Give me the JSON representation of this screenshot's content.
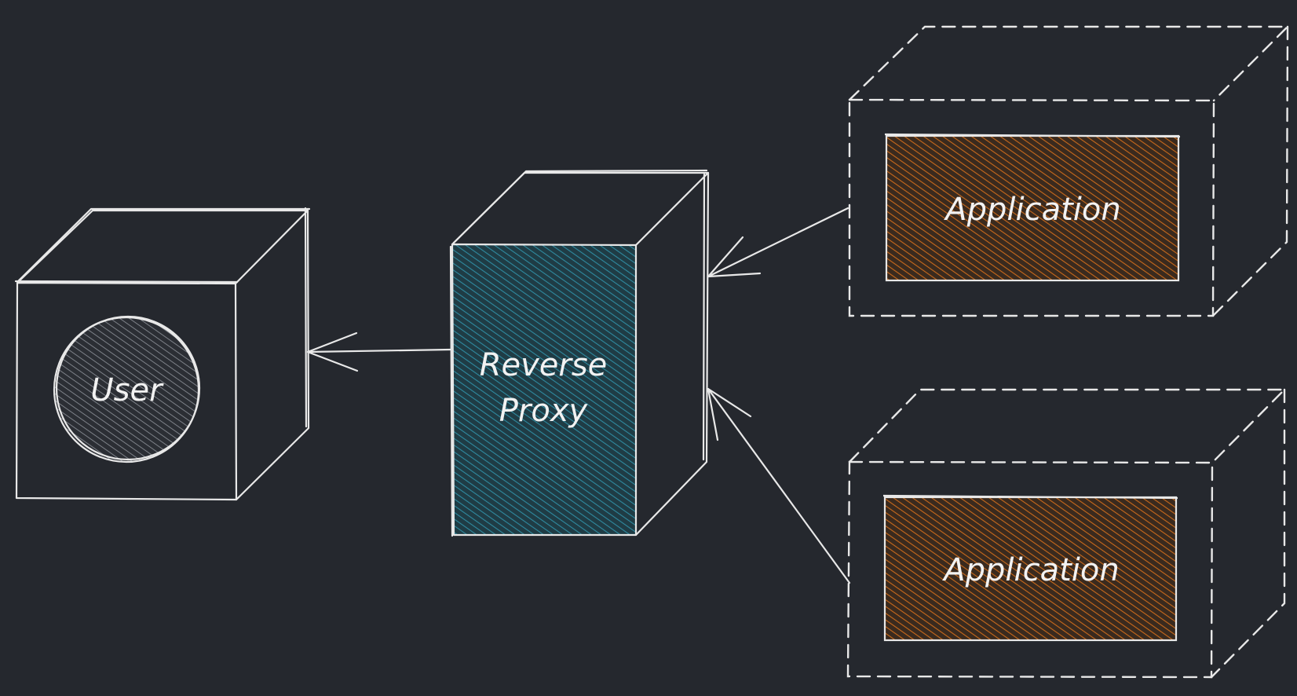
{
  "diagram": {
    "background_color": "#25282e",
    "stroke_color": "#e8e8e8",
    "nodes": [
      {
        "id": "user",
        "label": "User",
        "shape": "circle-in-cube",
        "fill_color": "#6b6f76",
        "border": "solid"
      },
      {
        "id": "proxy",
        "label_lines": [
          "Reverse",
          "Proxy"
        ],
        "shape": "tall-cube",
        "fill_color": "#2f7f92",
        "border": "solid"
      },
      {
        "id": "app1",
        "label": "Application",
        "shape": "rect-in-cube",
        "fill_color": "#c96a1c",
        "border": "dashed"
      },
      {
        "id": "app2",
        "label": "Application",
        "shape": "rect-in-cube",
        "fill_color": "#c96a1c",
        "border": "dashed"
      }
    ],
    "edges": [
      {
        "from": "proxy",
        "to": "user"
      },
      {
        "from": "app1",
        "to": "proxy"
      },
      {
        "from": "app2",
        "to": "proxy"
      }
    ]
  }
}
